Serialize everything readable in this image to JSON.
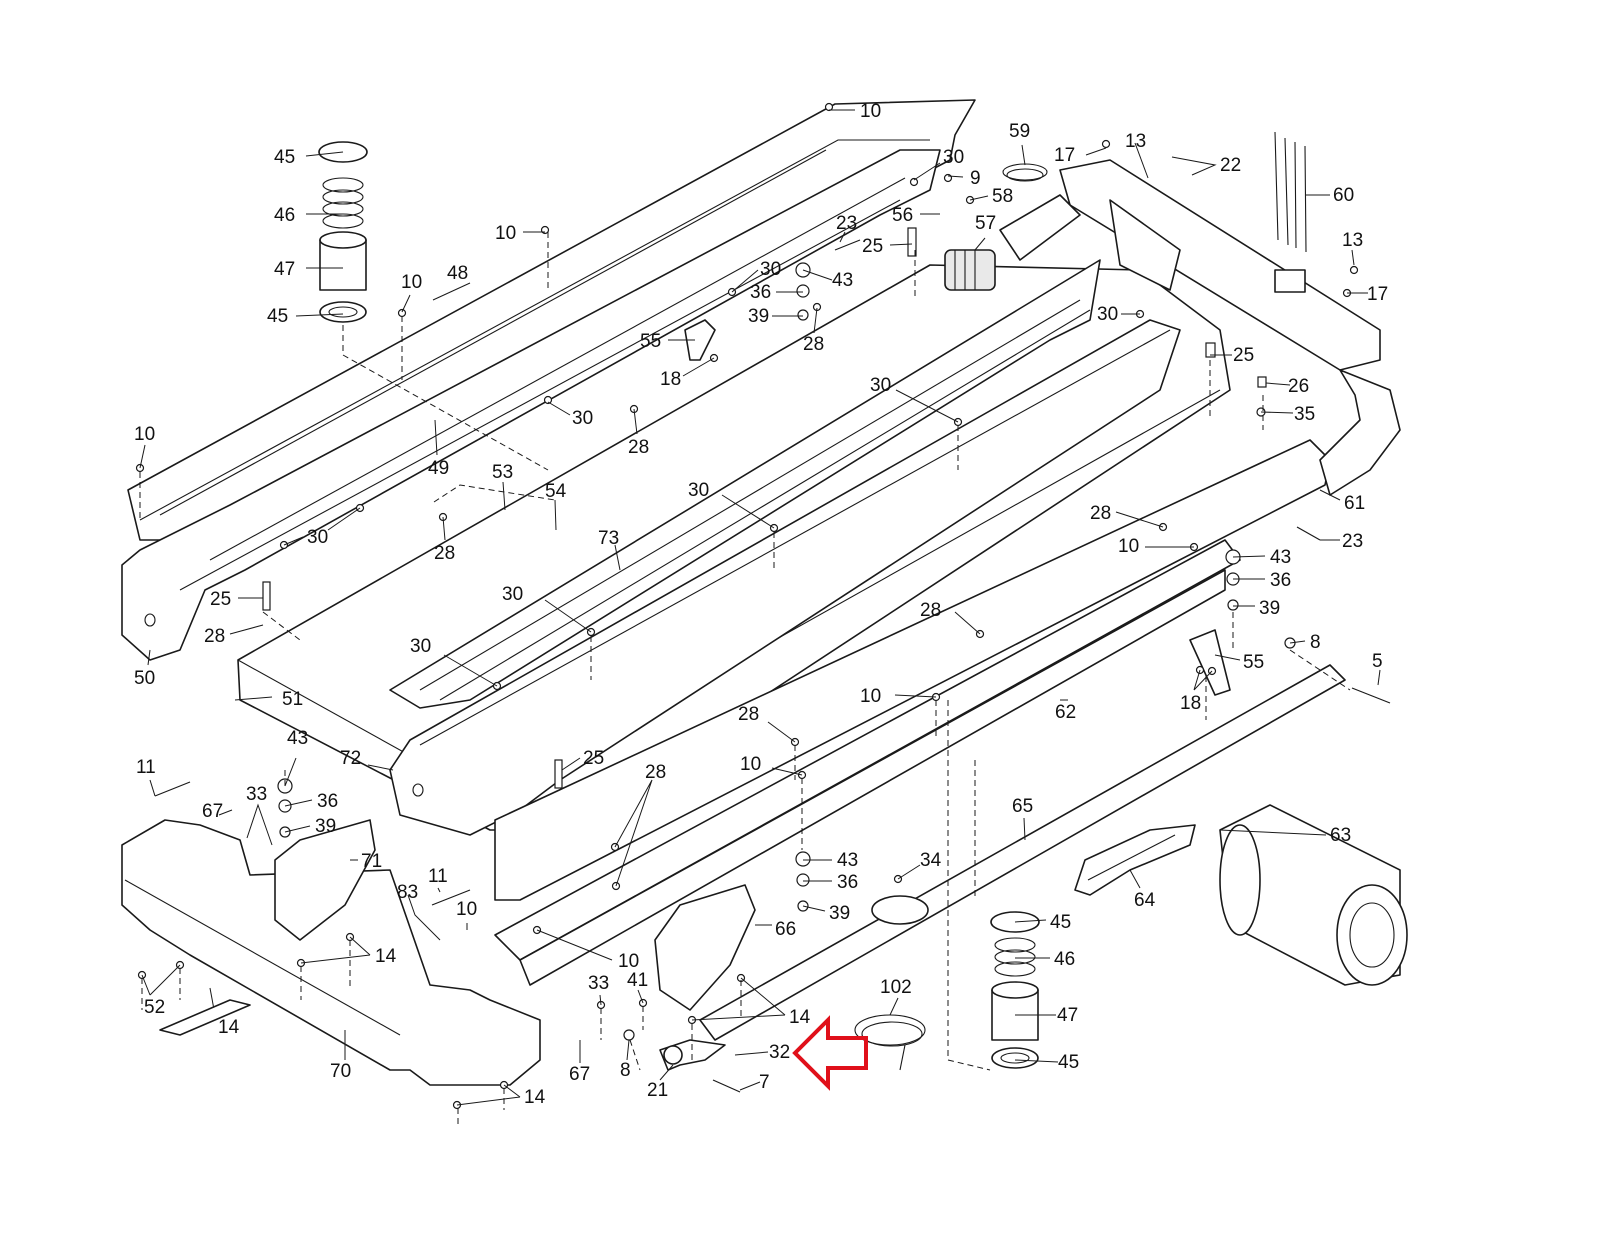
{
  "diagram": {
    "highlight_color": "#e0101a",
    "line_color": "#1a1a1a",
    "callouts": [
      {
        "id": "c1",
        "label": "10"
      },
      {
        "id": "c2",
        "label": "45"
      },
      {
        "id": "c3",
        "label": "46"
      },
      {
        "id": "c4",
        "label": "47"
      },
      {
        "id": "c5",
        "label": "45"
      },
      {
        "id": "c6",
        "label": "10"
      },
      {
        "id": "c7",
        "label": "48"
      },
      {
        "id": "c8",
        "label": "10"
      },
      {
        "id": "c9",
        "label": "59"
      },
      {
        "id": "c10",
        "label": "17"
      },
      {
        "id": "c11",
        "label": "13"
      },
      {
        "id": "c12",
        "label": "22"
      },
      {
        "id": "c13",
        "label": "30"
      },
      {
        "id": "c14",
        "label": "9"
      },
      {
        "id": "c15",
        "label": "58"
      },
      {
        "id": "c16",
        "label": "56"
      },
      {
        "id": "c17",
        "label": "57"
      },
      {
        "id": "c18",
        "label": "23"
      },
      {
        "id": "c19",
        "label": "25"
      },
      {
        "id": "c20",
        "label": "60"
      },
      {
        "id": "c21",
        "label": "13"
      },
      {
        "id": "c22",
        "label": "17"
      },
      {
        "id": "c23",
        "label": "30"
      },
      {
        "id": "c24",
        "label": "43"
      },
      {
        "id": "c25",
        "label": "36"
      },
      {
        "id": "c26",
        "label": "39"
      },
      {
        "id": "c27",
        "label": "28"
      },
      {
        "id": "c28",
        "label": "55"
      },
      {
        "id": "c29",
        "label": "18"
      },
      {
        "id": "c30",
        "label": "30"
      },
      {
        "id": "c31",
        "label": "25"
      },
      {
        "id": "c32",
        "label": "26"
      },
      {
        "id": "c33",
        "label": "35"
      },
      {
        "id": "c34",
        "label": "10"
      },
      {
        "id": "c35",
        "label": "30"
      },
      {
        "id": "c36",
        "label": "28"
      },
      {
        "id": "c37",
        "label": "49"
      },
      {
        "id": "c38",
        "label": "30"
      },
      {
        "id": "c39",
        "label": "53"
      },
      {
        "id": "c40",
        "label": "54"
      },
      {
        "id": "c41",
        "label": "30"
      },
      {
        "id": "c42",
        "label": "28"
      },
      {
        "id": "c43",
        "label": "30"
      },
      {
        "id": "c44",
        "label": "73"
      },
      {
        "id": "c45",
        "label": "61"
      },
      {
        "id": "c46",
        "label": "28"
      },
      {
        "id": "c47",
        "label": "23"
      },
      {
        "id": "c48",
        "label": "10"
      },
      {
        "id": "c49",
        "label": "43"
      },
      {
        "id": "c50",
        "label": "36"
      },
      {
        "id": "c51",
        "label": "39"
      },
      {
        "id": "c52",
        "label": "25"
      },
      {
        "id": "c53",
        "label": "28"
      },
      {
        "id": "c54",
        "label": "30"
      },
      {
        "id": "c55",
        "label": "28"
      },
      {
        "id": "c56",
        "label": "8"
      },
      {
        "id": "c57",
        "label": "5"
      },
      {
        "id": "c58",
        "label": "55"
      },
      {
        "id": "c59",
        "label": "50"
      },
      {
        "id": "c60",
        "label": "51"
      },
      {
        "id": "c61",
        "label": "30"
      },
      {
        "id": "c62",
        "label": "10"
      },
      {
        "id": "c63",
        "label": "62"
      },
      {
        "id": "c64",
        "label": "18"
      },
      {
        "id": "c65",
        "label": "43"
      },
      {
        "id": "c66",
        "label": "11"
      },
      {
        "id": "c67",
        "label": "72"
      },
      {
        "id": "c68",
        "label": "25"
      },
      {
        "id": "c69",
        "label": "28"
      },
      {
        "id": "c70",
        "label": "28"
      },
      {
        "id": "c71",
        "label": "10"
      },
      {
        "id": "c72",
        "label": "65"
      },
      {
        "id": "c73",
        "label": "67"
      },
      {
        "id": "c74",
        "label": "33"
      },
      {
        "id": "c75",
        "label": "36"
      },
      {
        "id": "c76",
        "label": "39"
      },
      {
        "id": "c77",
        "label": "71"
      },
      {
        "id": "c78",
        "label": "63"
      },
      {
        "id": "c79",
        "label": "43"
      },
      {
        "id": "c80",
        "label": "34"
      },
      {
        "id": "c81",
        "label": "36"
      },
      {
        "id": "c82",
        "label": "64"
      },
      {
        "id": "c83",
        "label": "39"
      },
      {
        "id": "c84",
        "label": "11"
      },
      {
        "id": "c85",
        "label": "83"
      },
      {
        "id": "c86",
        "label": "10"
      },
      {
        "id": "c87",
        "label": "45"
      },
      {
        "id": "c88",
        "label": "66"
      },
      {
        "id": "c89",
        "label": "14"
      },
      {
        "id": "c90",
        "label": "46"
      },
      {
        "id": "c91",
        "label": "10"
      },
      {
        "id": "c92",
        "label": "33"
      },
      {
        "id": "c93",
        "label": "41"
      },
      {
        "id": "c94",
        "label": "102"
      },
      {
        "id": "c95",
        "label": "14"
      },
      {
        "id": "c96",
        "label": "52"
      },
      {
        "id": "c97",
        "label": "14"
      },
      {
        "id": "c98",
        "label": "47"
      },
      {
        "id": "c99",
        "label": "32"
      },
      {
        "id": "c100",
        "label": "70"
      },
      {
        "id": "c101",
        "label": "67"
      },
      {
        "id": "c102",
        "label": "8"
      },
      {
        "id": "c103",
        "label": "21"
      },
      {
        "id": "c104",
        "label": "7"
      },
      {
        "id": "c105",
        "label": "45"
      },
      {
        "id": "c106",
        "label": "14"
      }
    ]
  }
}
